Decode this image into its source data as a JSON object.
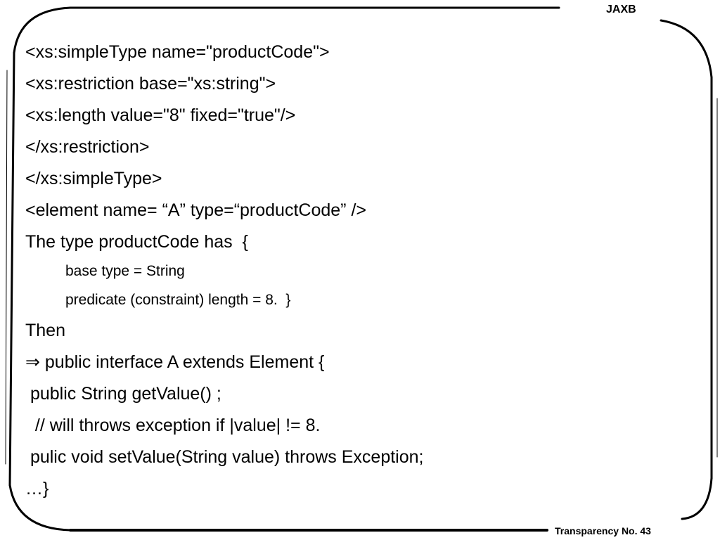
{
  "header": {
    "title": "JAXB"
  },
  "footer": {
    "transparency": "Transparency No. 43"
  },
  "slide": {
    "lines": [
      "<xs:simpleType name=\"productCode\">",
      "<xs:restriction base=\"xs:string\">",
      "<xs:length value=\"8\" fixed=\"true\"/>",
      "</xs:restriction>",
      "</xs:simpleType>",
      "<element name= “A” type=“productCode” />",
      "The type productCode has  {",
      "base type = String",
      "predicate (constraint) length = 8.  }",
      "Then",
      "⇒ public interface A extends Element {",
      " public String getValue() ;",
      "  // will throws exception if |value| != 8.",
      " pulic void setValue(String value) throws Exception;",
      "…}"
    ]
  }
}
